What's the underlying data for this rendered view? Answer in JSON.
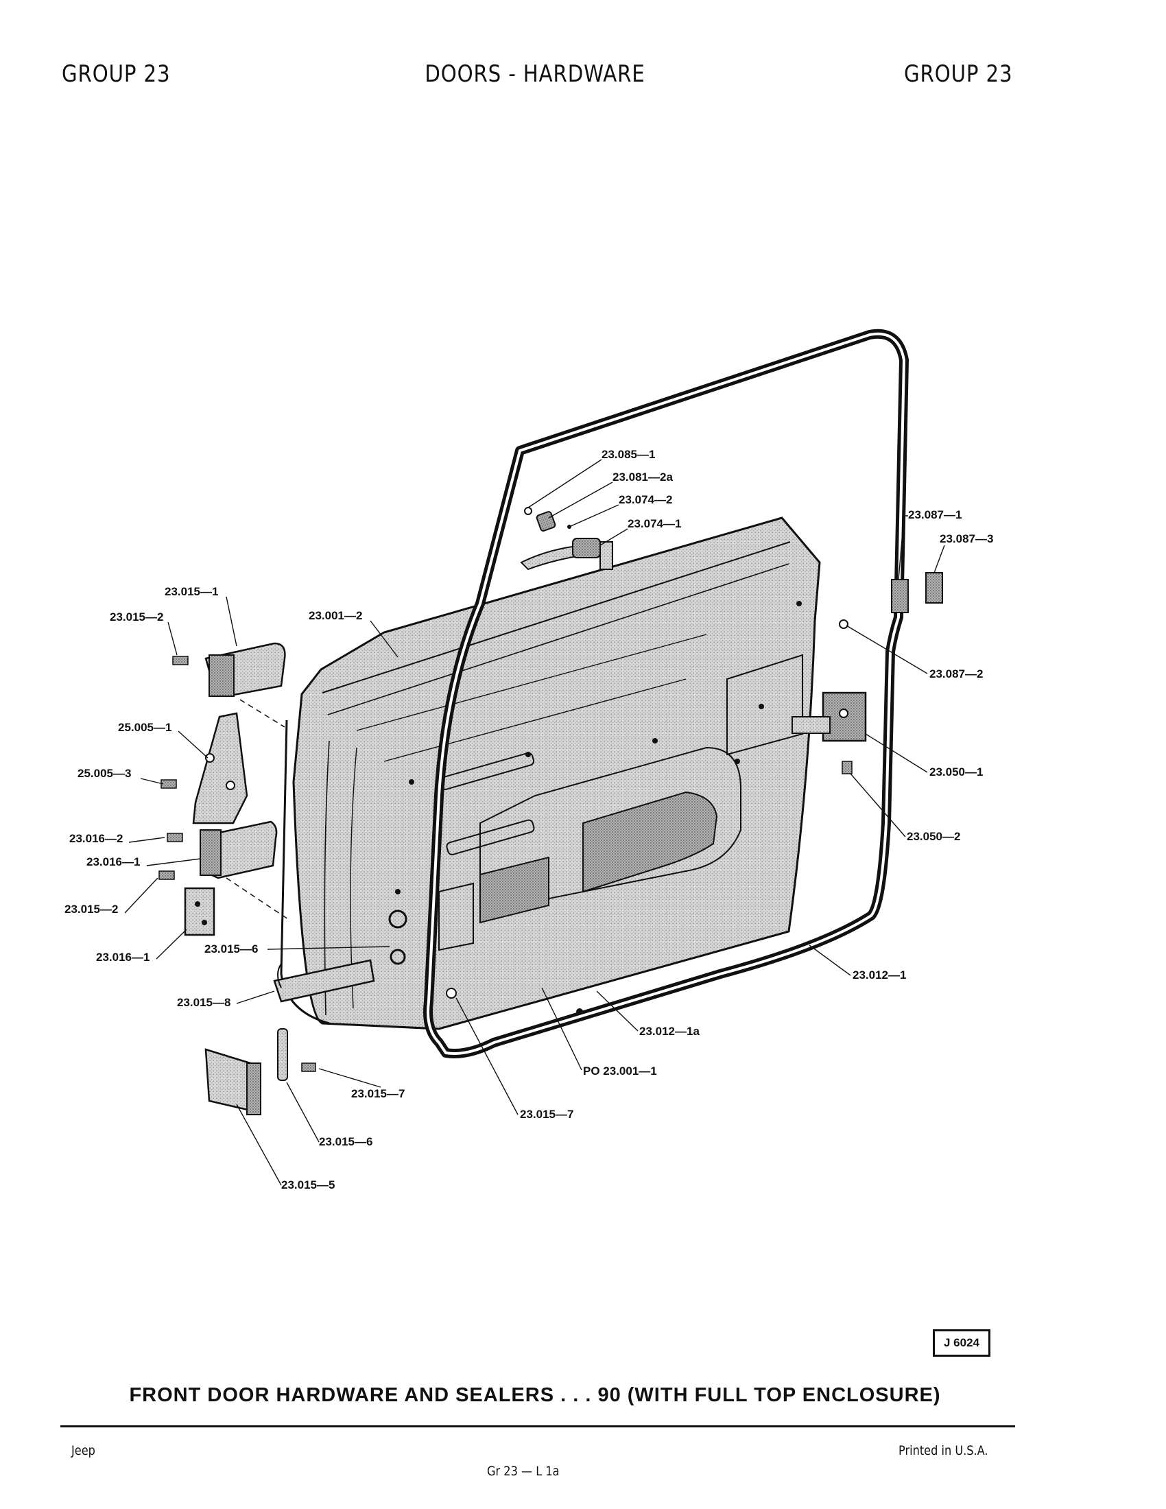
{
  "header": {
    "left": "GROUP 23",
    "center": "DOORS - HARDWARE",
    "right": "GROUP 23"
  },
  "callouts": [
    "23.085—1",
    "23.081—2a",
    "23.074—2",
    "23.074—1",
    "23.087—1",
    "23.087—3",
    "23.087—2",
    "23.001—2",
    "23.015—1",
    "23.015—2",
    "25.005—1",
    "25.005—3",
    "23.016—2",
    "23.016—1",
    "23.015—2",
    "23.016—1",
    "23.015—6",
    "23.015—8",
    "23.050—1",
    "23.050—2",
    "23.012—1",
    "23.012—1a",
    "PO 23.001—1",
    "23.015—7",
    "23.015—7",
    "23.015—6",
    "23.015—5"
  ],
  "plate_code": "J 6024",
  "caption": "FRONT DOOR HARDWARE AND SEALERS . . . 90 (WITH FULL TOP ENCLOSURE)",
  "footer": {
    "left": "Jeep",
    "center": "Gr 23 — L 1a",
    "right": "Printed  in U.S.A."
  }
}
